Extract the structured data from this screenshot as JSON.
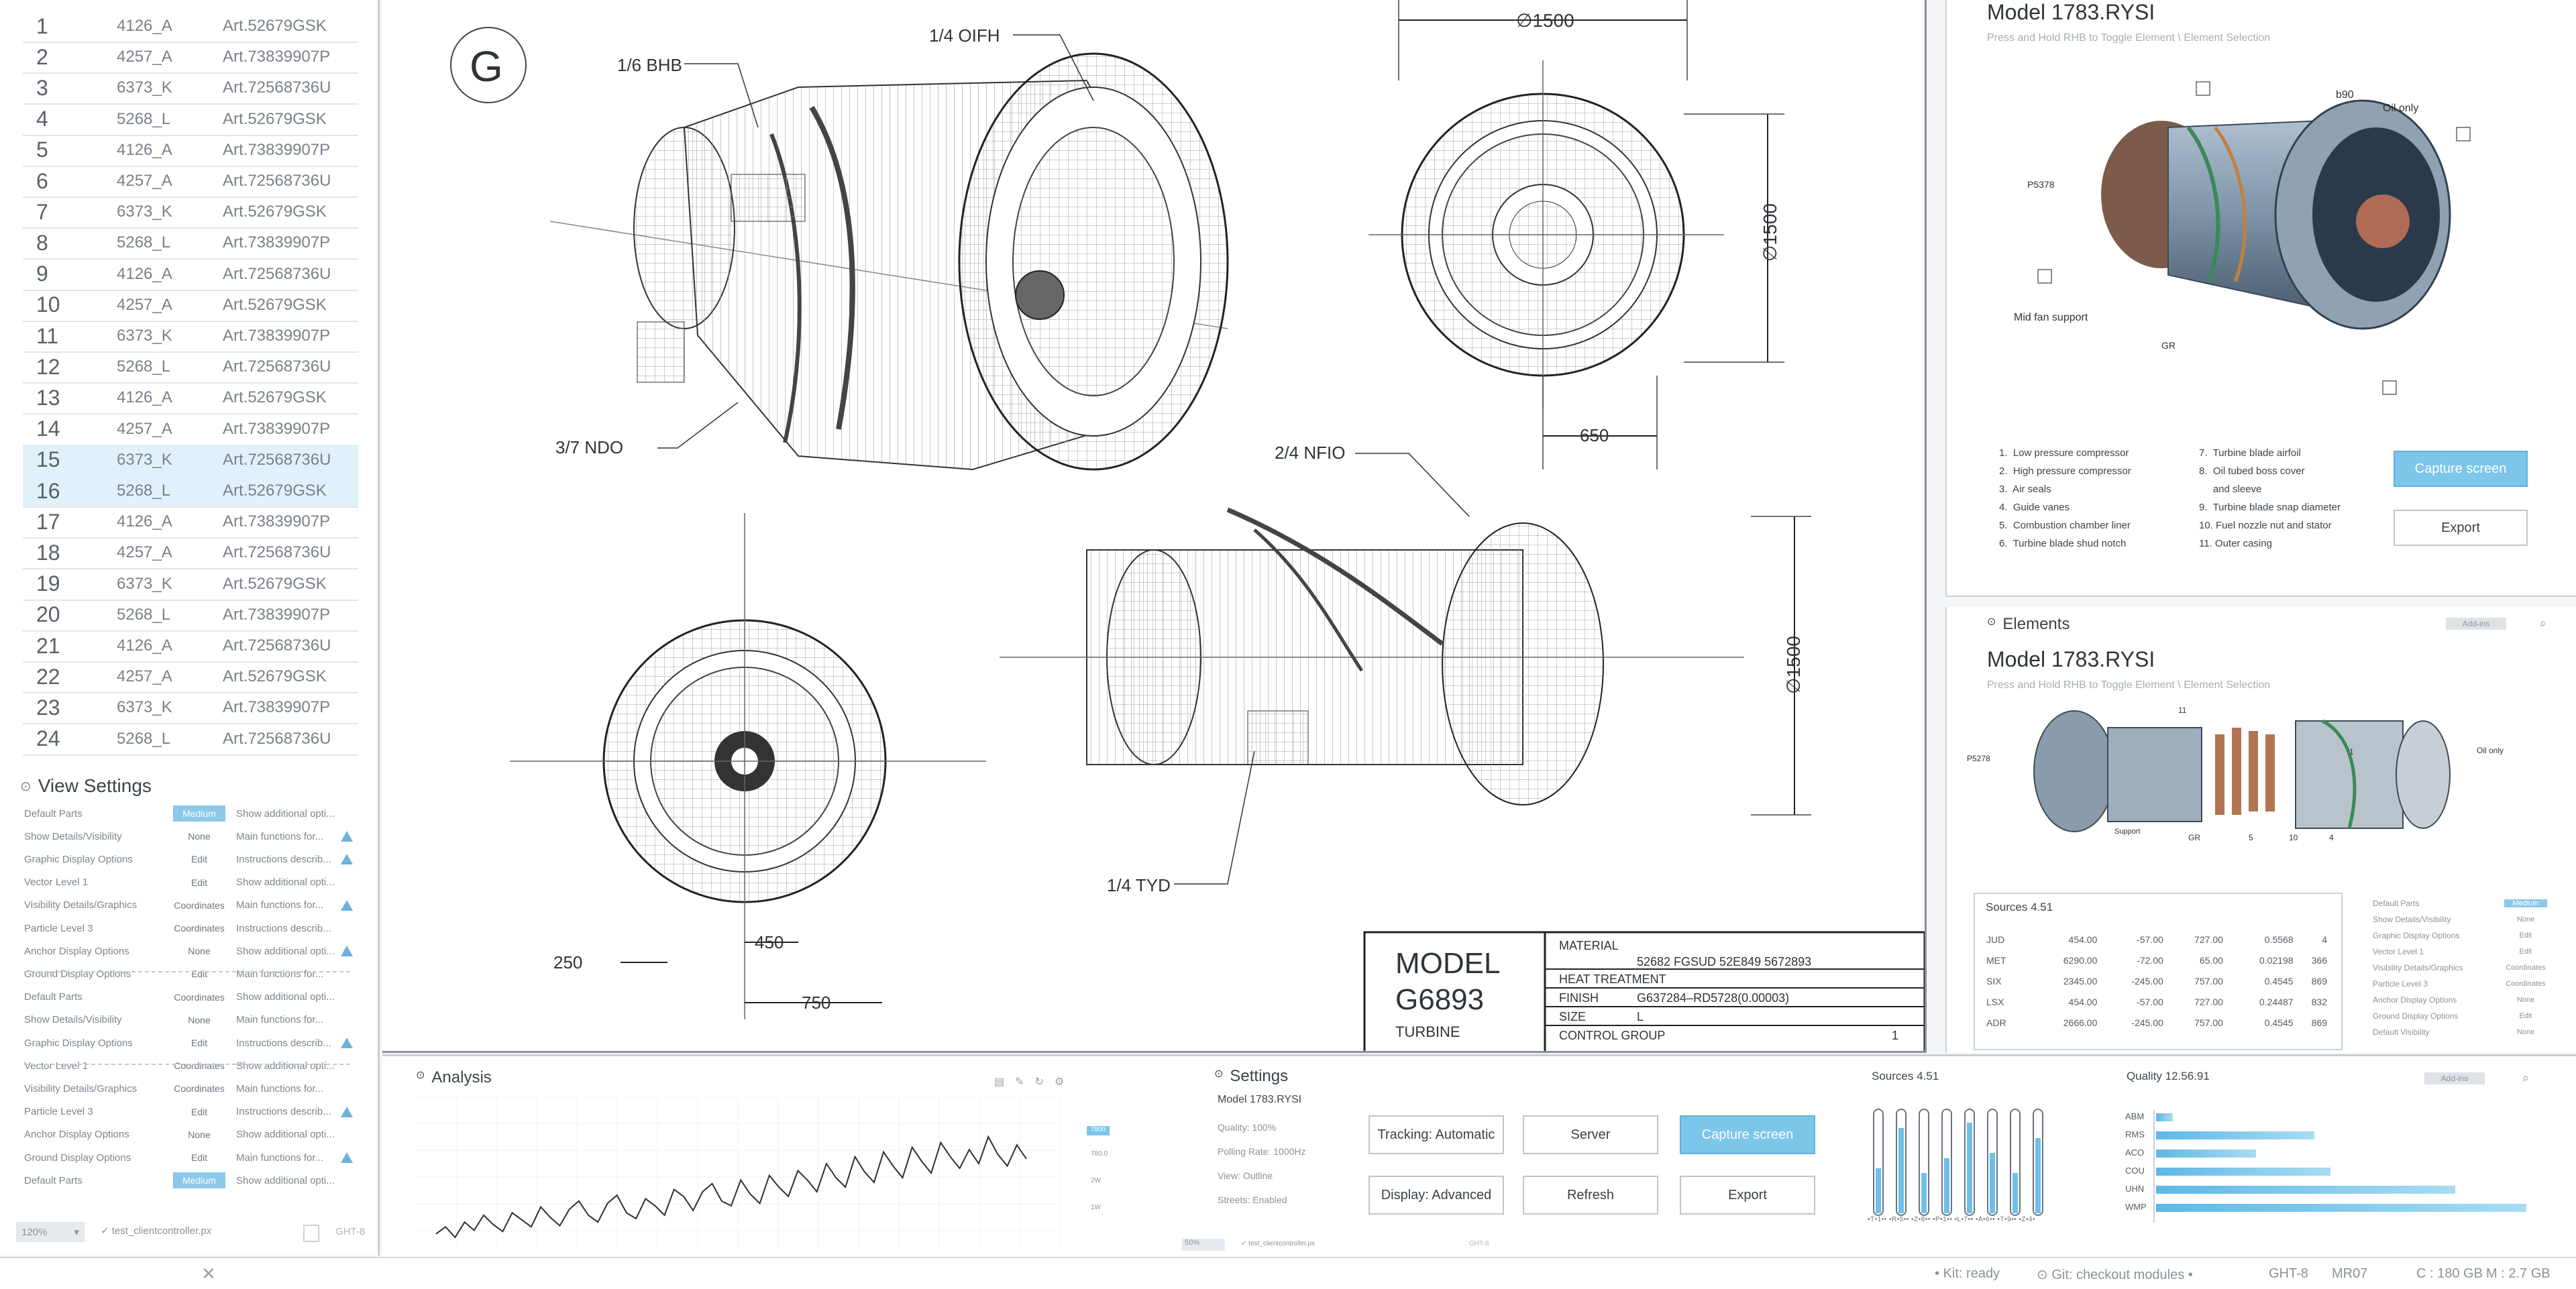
{
  "parts_table": {
    "rows": [
      {
        "n": "1",
        "code": "4126_A",
        "art": "Art.52679GSK",
        "selected": false
      },
      {
        "n": "2",
        "code": "4257_A",
        "art": "Art.73839907P",
        "selected": false
      },
      {
        "n": "3",
        "code": "6373_K",
        "art": "Art.72568736U",
        "selected": false
      },
      {
        "n": "4",
        "code": "5268_L",
        "art": "Art.52679GSK",
        "selected": false
      },
      {
        "n": "5",
        "code": "4126_A",
        "art": "Art.73839907P",
        "selected": false
      },
      {
        "n": "6",
        "code": "4257_A",
        "art": "Art.72568736U",
        "selected": false
      },
      {
        "n": "7",
        "code": "6373_K",
        "art": "Art.52679GSK",
        "selected": false
      },
      {
        "n": "8",
        "code": "5268_L",
        "art": "Art.73839907P",
        "selected": false
      },
      {
        "n": "9",
        "code": "4126_A",
        "art": "Art.72568736U",
        "selected": false
      },
      {
        "n": "10",
        "code": "4257_A",
        "art": "Art.52679GSK",
        "selected": false
      },
      {
        "n": "11",
        "code": "6373_K",
        "art": "Art.73839907P",
        "selected": false
      },
      {
        "n": "12",
        "code": "5268_L",
        "art": "Art.72568736U",
        "selected": false
      },
      {
        "n": "13",
        "code": "4126_A",
        "art": "Art.52679GSK",
        "selected": false
      },
      {
        "n": "14",
        "code": "4257_A",
        "art": "Art.73839907P",
        "selected": false
      },
      {
        "n": "15",
        "code": "6373_K",
        "art": "Art.72568736U",
        "selected": true
      },
      {
        "n": "16",
        "code": "5268_L",
        "art": "Art.52679GSK",
        "selected": true
      },
      {
        "n": "17",
        "code": "4126_A",
        "art": "Art.73839907P",
        "selected": false
      },
      {
        "n": "18",
        "code": "4257_A",
        "art": "Art.72568736U",
        "selected": false
      },
      {
        "n": "19",
        "code": "6373_K",
        "art": "Art.52679GSK",
        "selected": false
      },
      {
        "n": "20",
        "code": "5268_L",
        "art": "Art.73839907P",
        "selected": false
      },
      {
        "n": "21",
        "code": "4126_A",
        "art": "Art.72568736U",
        "selected": false
      },
      {
        "n": "22",
        "code": "4257_A",
        "art": "Art.52679GSK",
        "selected": false
      },
      {
        "n": "23",
        "code": "6373_K",
        "art": "Art.73839907P",
        "selected": false
      },
      {
        "n": "24",
        "code": "5268_L",
        "art": "Art.72568736U",
        "selected": false
      }
    ]
  },
  "view_settings": {
    "title": "View Settings",
    "rows": [
      {
        "label": "Default Parts",
        "value": "Medium",
        "hl": true,
        "desc": "Show additional opti...",
        "warn": false
      },
      {
        "label": "Show Details/Visibility",
        "value": "None",
        "hl": false,
        "desc": "Main functions for...",
        "warn": true
      },
      {
        "label": "Graphic Display Options",
        "value": "Edit",
        "hl": false,
        "desc": "Instructions describ...",
        "warn": true
      },
      {
        "label": "Vector Level 1",
        "value": "Edit",
        "hl": false,
        "desc": "Show additional opti...",
        "warn": false
      },
      {
        "label": "Visibility Details/Graphics",
        "value": "Coordinates",
        "hl": false,
        "desc": "Main functions for...",
        "warn": true
      },
      {
        "label": "Particle Level 3",
        "value": "Coordinates",
        "hl": false,
        "desc": "Instructions describ...",
        "warn": false
      },
      {
        "label": "Anchor Display Options",
        "value": "None",
        "hl": false,
        "desc": "Show additional opti...",
        "warn": true
      },
      {
        "label": "Ground Display Options",
        "value": "Edit",
        "hl": false,
        "desc": "Main functions for...",
        "warn": false
      },
      {
        "label": "Default Parts",
        "value": "Coordinates",
        "hl": false,
        "desc": "Show additional opti...",
        "warn": false
      },
      {
        "label": "Show Details/Visibility",
        "value": "None",
        "hl": false,
        "desc": "Main functions for...",
        "warn": false
      },
      {
        "label": "Graphic Display Options",
        "value": "Edit",
        "hl": false,
        "desc": "Instructions describ...",
        "warn": true
      },
      {
        "label": "Vector Level 1",
        "value": "Coordinates",
        "hl": false,
        "desc": "Show additional opti...",
        "warn": false
      },
      {
        "label": "Visibility Details/Graphics",
        "value": "Coordinates",
        "hl": false,
        "desc": "Main functions for...",
        "warn": false
      },
      {
        "label": "Particle Level 3",
        "value": "Edit",
        "hl": false,
        "desc": "Instructions describ...",
        "warn": true
      },
      {
        "label": "Anchor Display Options",
        "value": "None",
        "hl": false,
        "desc": "Show additional opti...",
        "warn": false
      },
      {
        "label": "Ground Display Options",
        "value": "Edit",
        "hl": false,
        "desc": "Main functions for...",
        "warn": true
      },
      {
        "label": "Default Parts",
        "value": "Medium",
        "hl": true,
        "desc": "Show additional opti...",
        "warn": false
      }
    ],
    "zoom": "120%",
    "file": "test_clientcontroller.px",
    "tag": "GHT-8"
  },
  "drawing": {
    "badge": "G",
    "callouts": {
      "c1": "1/6 BHB",
      "c2": "1/4  OIFH",
      "c3": "3/7 NDO",
      "c4": "2/4  NFIO",
      "c5": "1/4  TYD"
    },
    "dims": {
      "d1": "∅1500",
      "d2": "∅1500",
      "d3": "650",
      "d4": "∅1500",
      "d5": "250",
      "d6": "450",
      "d7": "750"
    },
    "title_block": {
      "model": "MODEL",
      "code": "G6893",
      "type": "TURBINE",
      "material_label": "MATERIAL",
      "material_value": "52682    FGSUD 52E849    5672893",
      "heat": "HEAT TREATMENT",
      "finish_label": "FINISH",
      "finish_value": "G637284–RD5728(0.00003)",
      "size_label": "SIZE",
      "size_value": "L",
      "control_label": "CONTROL GROUP",
      "control_value": "1"
    }
  },
  "right_top": {
    "title": "Model 1783.RYSI",
    "hint": "Press and Hold RHB to Toggle Element \\ Element Selection",
    "tags": {
      "b90": "b90",
      "oil": "Oil only",
      "p5": "P5378",
      "mid": "Mid fan support",
      "gr": "GR"
    },
    "legend_left": [
      "1.  Low pressure compressor",
      "2.  High pressure compressor",
      "3.  Air seals",
      "4.  Guide vanes",
      "5.  Combustion chamber liner",
      "6.  Turbine blade shud notch"
    ],
    "legend_right": [
      "7.  Turbine blade airfoil",
      "8.  Oil tubed boss cover",
      "     and sleeve",
      "9.  Turbine blade snap diameter",
      "10. Fuel nozzle nut and stator",
      "11. Outer casing"
    ],
    "capture": "Capture screen",
    "export": "Export"
  },
  "elements": {
    "title": "Elements",
    "add": "Add-ins",
    "model": "Model 1783.RYSI",
    "hint": "Press and Hold RHB to Toggle Element \\ Element Selection",
    "tags": {
      "p": "P5278",
      "oil": "Oil only",
      "n11": "11",
      "n1": "1",
      "gr": "GR",
      "n5": "5",
      "n10": "10",
      "n4": "4",
      "support": "Support"
    },
    "sources_title": "Sources 4.51",
    "sources": [
      [
        "JUD",
        "454.00",
        "-57.00",
        "727.00",
        "0.5568",
        "4"
      ],
      [
        "MET",
        "6290.00",
        "-72.00",
        "65.00",
        "0.02198",
        "366"
      ],
      [
        "SIX",
        "2345.00",
        "-245.00",
        "757.00",
        "0.4545",
        "869"
      ],
      [
        "LSX",
        "454.00",
        "-57.00",
        "727.00",
        "0.24487",
        "832"
      ],
      [
        "ADR",
        "2666.00",
        "-245.00",
        "757.00",
        "0.4545",
        "869"
      ]
    ],
    "props": [
      {
        "l": "Default Parts",
        "v": "Medium"
      },
      {
        "l": "Show Details/Visibility",
        "v": "None"
      },
      {
        "l": "Graphic Display Options",
        "v": "Edit"
      },
      {
        "l": "Vector Level 1",
        "v": "Edit"
      },
      {
        "l": "Visibility Details/Graphics",
        "v": "Coordinates"
      },
      {
        "l": "Particle Level 3",
        "v": "Coordinates"
      },
      {
        "l": "Anchor Display Options",
        "v": "None"
      },
      {
        "l": "Ground Display Options",
        "v": "Edit"
      },
      {
        "l": "Default Visibility",
        "v": "None"
      }
    ]
  },
  "analysis": {
    "title": "Analysis",
    "axis": [
      "780.0",
      "2W",
      "1W"
    ],
    "badge": "7800",
    "series": [
      12,
      18,
      9,
      22,
      15,
      28,
      20,
      14,
      30,
      24,
      18,
      35,
      26,
      19,
      33,
      40,
      28,
      22,
      38,
      45,
      30,
      25,
      42,
      36,
      28,
      50,
      44,
      32,
      48,
      55,
      40,
      36,
      58,
      46,
      38,
      62,
      52,
      44,
      66,
      58,
      48,
      72,
      60,
      52,
      78,
      65,
      56,
      82,
      70,
      60,
      86,
      74,
      64,
      90,
      78,
      68,
      84,
      72,
      95,
      80,
      70,
      88,
      76
    ]
  },
  "settings": {
    "title": "Settings",
    "model": "Model 1783.RYSI",
    "lines": [
      "Quality: 100%",
      "Polling Rate: 1000Hz",
      "View: Outline",
      "Streets: Enabled"
    ],
    "b1": "Tracking: Automatic",
    "b2": "Server",
    "b3": "Capture screen",
    "b4": "Display: Advanced",
    "b5": "Refresh",
    "b6": "Export",
    "zoom": "50%",
    "file": "test_clientcontroller.px",
    "tag": "GHT-8"
  },
  "sources_bars": {
    "title": "Sources 4.51",
    "labels": "•T•1•• •R•5•• •Z•8•• •P•1•• •L•7•• •A•6•• •T•9•• •Z•4•",
    "levels": [
      0.45,
      0.85,
      0.4,
      0.55,
      0.9,
      0.6,
      0.4,
      0.75
    ]
  },
  "quality": {
    "title": "Quality 12.56.91",
    "add": "Add-ins",
    "rows": [
      {
        "l": "ABM",
        "v": 0.04
      },
      {
        "l": "RMS",
        "v": 0.38
      },
      {
        "l": "ACO",
        "v": 0.24
      },
      {
        "l": "COU",
        "v": 0.42
      },
      {
        "l": "UHN",
        "v": 0.72
      },
      {
        "l": "WMP",
        "v": 0.89
      }
    ]
  },
  "status": {
    "kit": "Kit: ready",
    "git": "Git: checkout modules",
    "ght": "GHT-8",
    "mr": "MR07",
    "c": "C : 180 GB",
    "m": "M : 2.7 GB"
  }
}
